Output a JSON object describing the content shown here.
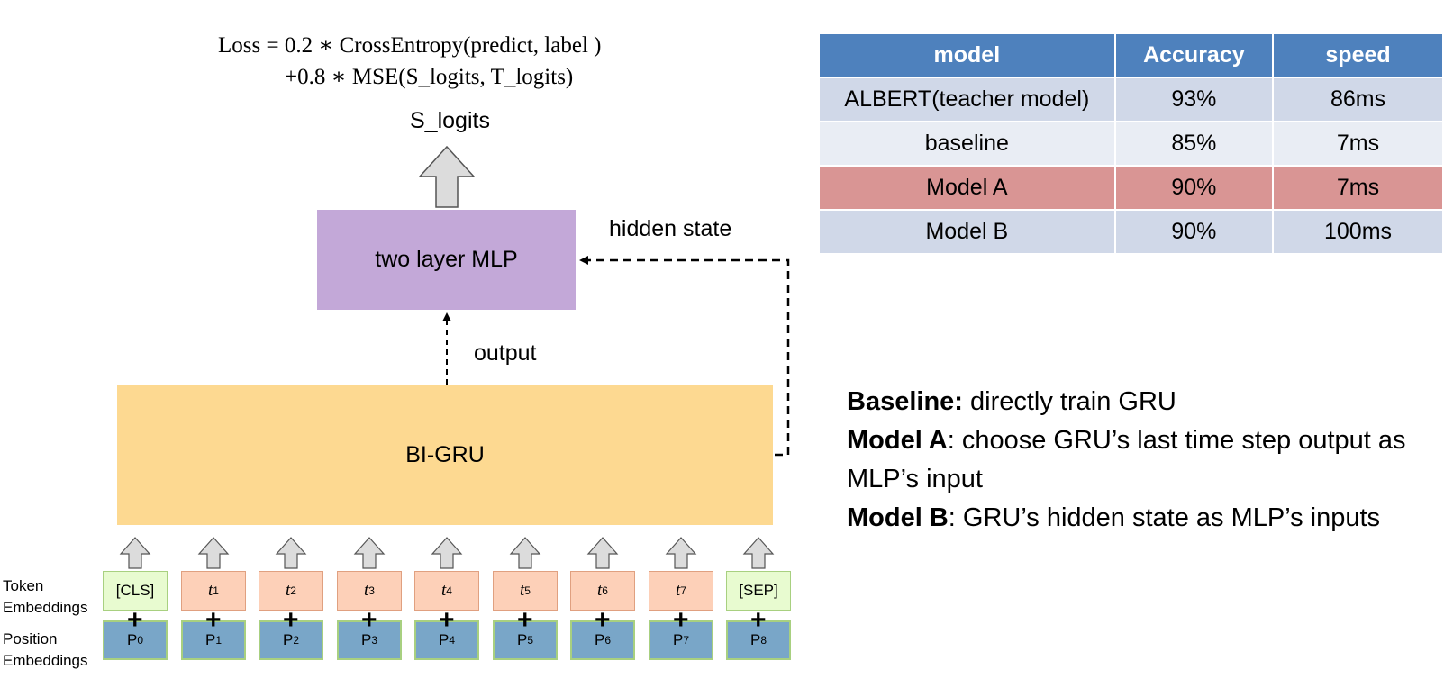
{
  "formula": {
    "line1": "Loss = 0.2 ∗ CrossEntropy(predict, label )",
    "line2": "+0.8 ∗ MSE(S_logits, T_logits)"
  },
  "labels": {
    "s_logits": "S_logits",
    "hidden_state": "hidden state",
    "output": "output",
    "mlp": "two layer MLP",
    "gru": "BI-GRU",
    "token_embeddings": [
      "Token",
      "Embeddings"
    ],
    "position_embeddings": [
      "Position",
      "Embeddings"
    ]
  },
  "tokens": [
    {
      "text": "[CLS]",
      "special": true
    },
    {
      "base": "t",
      "sub": "1"
    },
    {
      "base": "t",
      "sub": "2"
    },
    {
      "base": "t",
      "sub": "3"
    },
    {
      "base": "t",
      "sub": "4"
    },
    {
      "base": "t",
      "sub": "5"
    },
    {
      "base": "t",
      "sub": "6"
    },
    {
      "base": "t",
      "sub": "7"
    },
    {
      "text": "[SEP]",
      "special": true
    }
  ],
  "positions": [
    {
      "base": "P",
      "sub": "0"
    },
    {
      "base": "P",
      "sub": "1"
    },
    {
      "base": "P",
      "sub": "2"
    },
    {
      "base": "P",
      "sub": "3"
    },
    {
      "base": "P",
      "sub": "4"
    },
    {
      "base": "P",
      "sub": "5"
    },
    {
      "base": "P",
      "sub": "6"
    },
    {
      "base": "P",
      "sub": "7"
    },
    {
      "base": "P",
      "sub": "8"
    }
  ],
  "table": {
    "headers": [
      "model",
      "Accuracy",
      "speed"
    ],
    "rows": [
      [
        "ALBERT(teacher model)",
        "93%",
        "86ms"
      ],
      [
        "baseline",
        "85%",
        "7ms"
      ],
      [
        "Model A",
        "90%",
        "7ms"
      ],
      [
        "Model B",
        "90%",
        "100ms"
      ]
    ],
    "highlight_color": "#d99594",
    "header_color": "#4e81bd"
  },
  "notes": [
    {
      "key": "Baseline:",
      "text": " directly train GRU"
    },
    {
      "key": "Model A",
      "text": ": choose GRU’s last time step output as MLP’s input"
    },
    {
      "key": "Model B",
      "text": ": GRU’s hidden state as MLP’s inputs"
    }
  ],
  "colors": {
    "mlp": "#c3a8d8",
    "gru": "#fdd991",
    "token": "#fdd0b8",
    "special_token": "#e8fbd0",
    "position": "#79a6c8"
  }
}
